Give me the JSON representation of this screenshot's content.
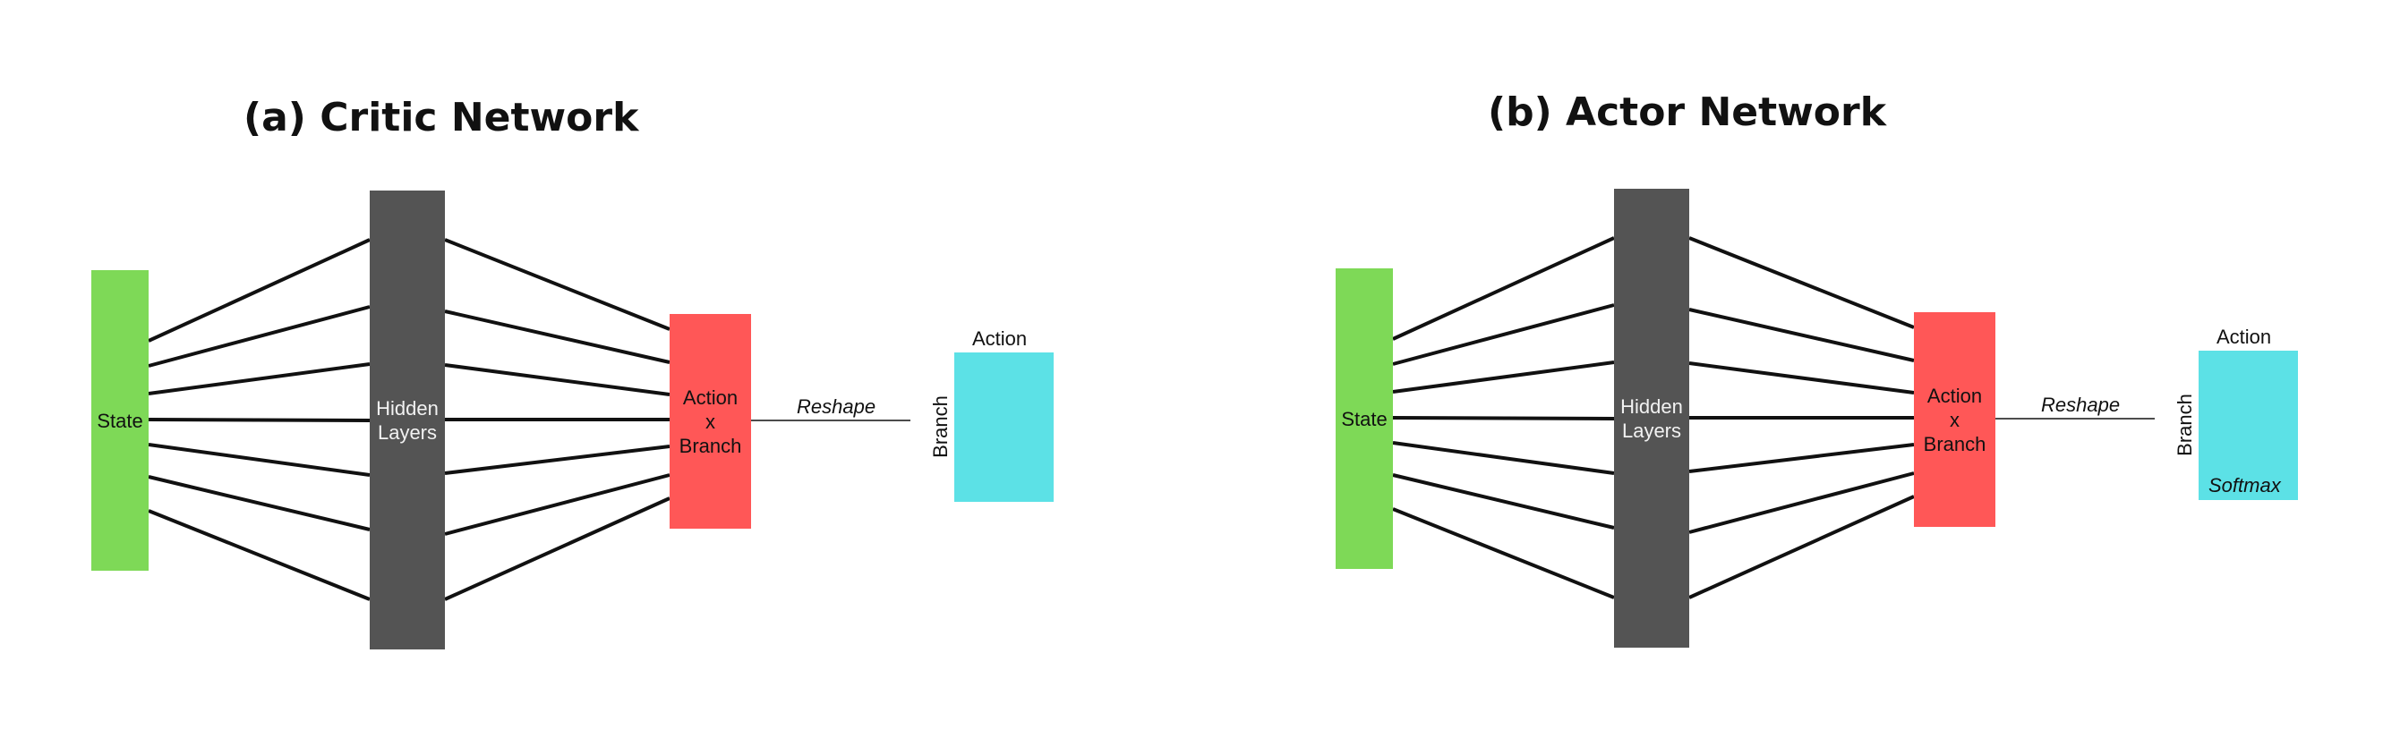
{
  "colors": {
    "state": "#7ed957",
    "hidden": "#545454",
    "output": "#ff5757",
    "action": "#5ce1e6",
    "line": "#111111"
  },
  "critic": {
    "title": "(a) Critic Network",
    "state_label": "State",
    "hidden_label_1": "Hidden",
    "hidden_label_2": "Layers",
    "out_label_1": "Action",
    "out_label_2": "x",
    "out_label_3": "Branch",
    "reshape_label": "Reshape",
    "action_label": "Action",
    "branch_label": "Branch"
  },
  "actor": {
    "title": "(b) Actor Network",
    "state_label": "State",
    "hidden_label_1": "Hidden",
    "hidden_label_2": "Layers",
    "out_label_1": "Action",
    "out_label_2": "x",
    "out_label_3": "Branch",
    "reshape_label": "Reshape",
    "action_label": "Action",
    "branch_label": "Branch",
    "softmax_label": "Softmax"
  }
}
